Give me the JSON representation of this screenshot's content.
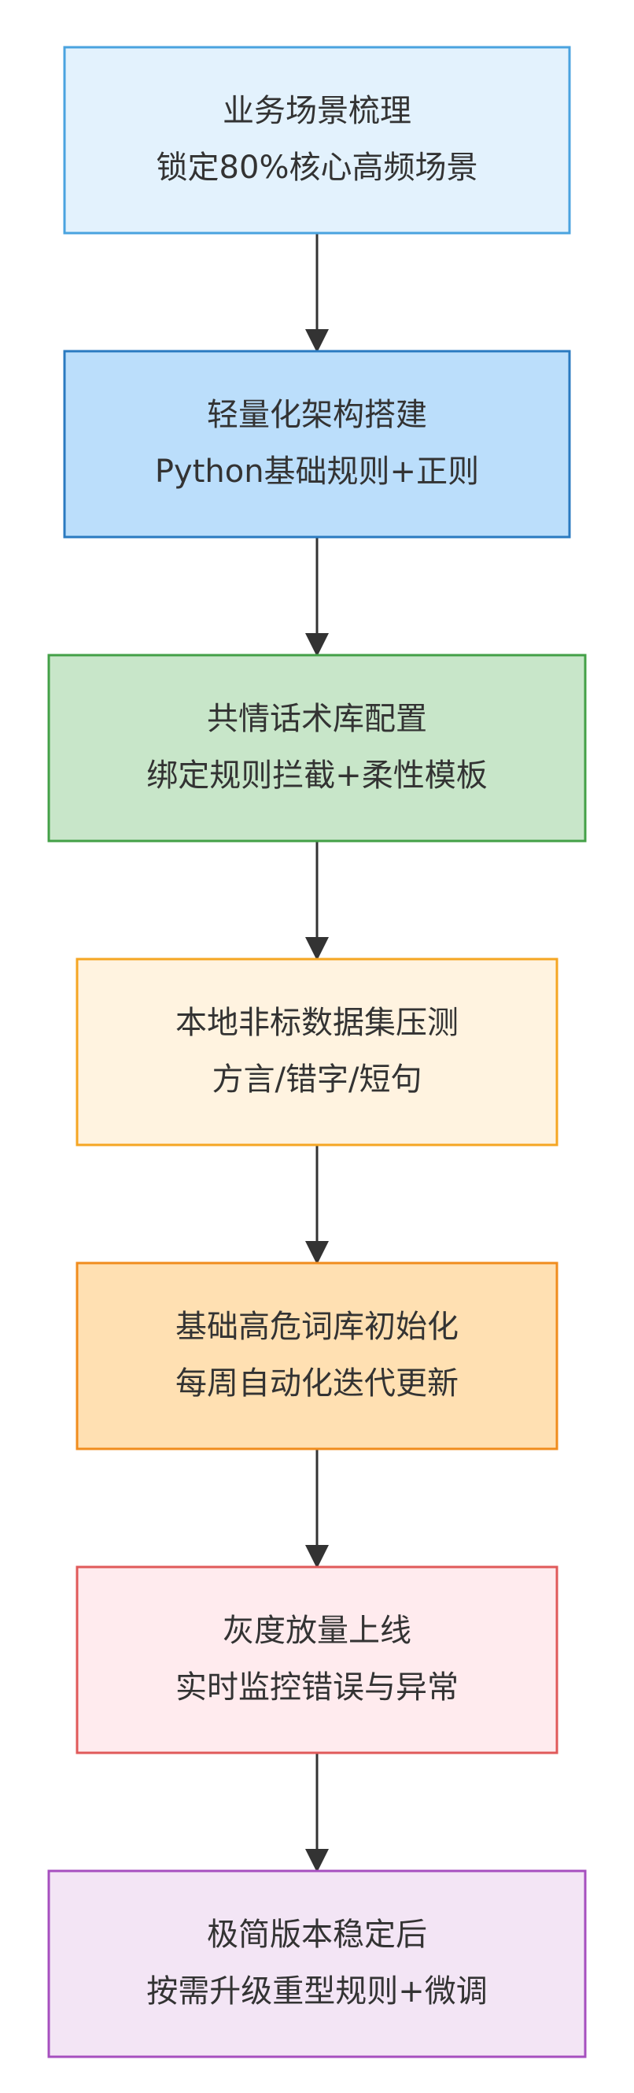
{
  "diagram": {
    "nodes": [
      {
        "line1": "业务场景梳理",
        "line2": "锁定80%核心高频场景",
        "fill": "#e3f2fd",
        "stroke": "#4aa3df"
      },
      {
        "line1": "轻量化架构搭建",
        "line2": "Python基础规则+正则",
        "fill": "#bbdefb",
        "stroke": "#2a7ac0"
      },
      {
        "line1": "共情话术库配置",
        "line2": "绑定规则拦截+柔性模板",
        "fill": "#c8e6c9",
        "stroke": "#43a047"
      },
      {
        "line1": "本地非标数据集压测",
        "line2": "方言/错字/短句",
        "fill": "#fff3e0",
        "stroke": "#f5a623"
      },
      {
        "line1": "基础高危词库初始化",
        "line2": "每周自动化迭代更新",
        "fill": "#ffe0b2",
        "stroke": "#f08c1e"
      },
      {
        "line1": "灰度放量上线",
        "line2": "实时监控错误与异常",
        "fill": "#ffebee",
        "stroke": "#e05a5a"
      },
      {
        "line1": "极简版本稳定后",
        "line2": "按需升级重型规则+微调",
        "fill": "#f3e5f5",
        "stroke": "#a64fbf"
      }
    ],
    "edge_color": "#333333"
  }
}
